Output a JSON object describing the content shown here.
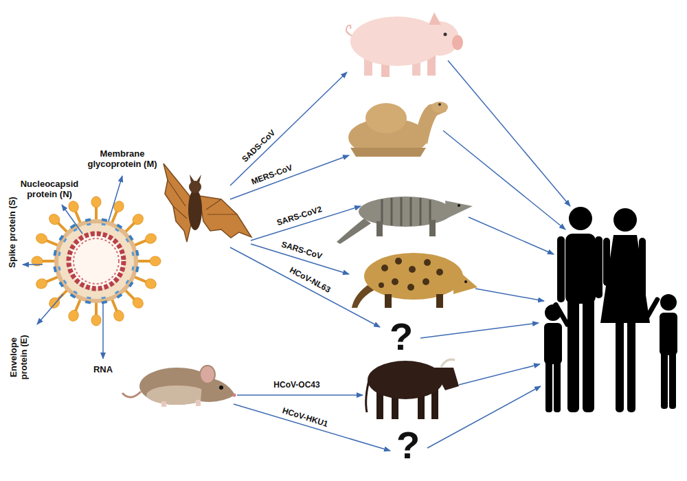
{
  "diagram": {
    "labels": [
      "Membrane glycoprotein (M)",
      "Nucleocapsid protein (N)",
      "Spike protein (S)",
      "Envelope protein (E)",
      "RNA",
      "SADS-CoV",
      "MERS-CoV",
      "SARS-CoV2",
      "SARS-CoV",
      "HCoV-NL63",
      "?",
      "HCoV-OC43",
      "HCoV-HKU1",
      "?"
    ]
  }
}
